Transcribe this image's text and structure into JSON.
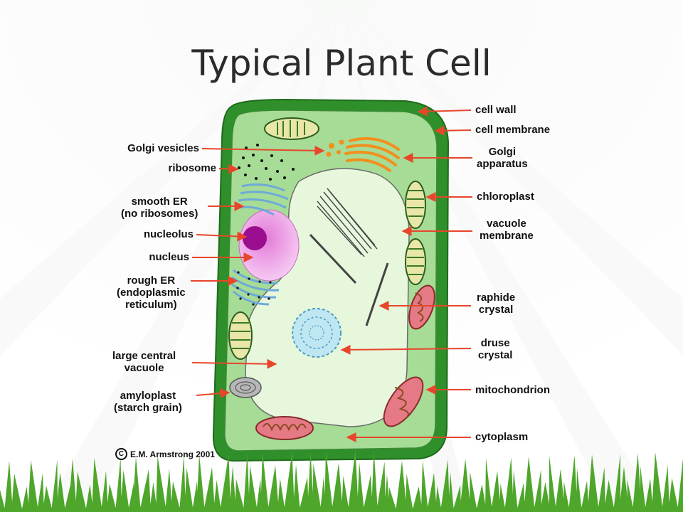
{
  "title": "Typical Plant Cell",
  "labels_left": {
    "golgi_vesicles": "Golgi vesicles",
    "ribosome": "ribosome",
    "smooth_er_1": "smooth ER",
    "smooth_er_2": "(no ribosomes)",
    "nucleolus": "nucleolus",
    "nucleus": "nucleus",
    "rough_er_1": "rough ER",
    "rough_er_2": "(endoplasmic",
    "rough_er_3": "reticulum)",
    "vacuole_1": "large central",
    "vacuole_2": "vacuole",
    "amyloplast_1": "amyloplast",
    "amyloplast_2": "(starch grain)"
  },
  "labels_right": {
    "cell_wall": "cell wall",
    "cell_membrane": "cell membrane",
    "golgi_1": "Golgi",
    "golgi_2": "apparatus",
    "chloroplast": "chloroplast",
    "vac_membrane_1": "vacuole",
    "vac_membrane_2": "membrane",
    "raphide_1": "raphide",
    "raphide_2": "crystal",
    "druse_1": "druse",
    "druse_2": "crystal",
    "mitochondrion": "mitochondrion",
    "cytoplasm": "cytoplasm"
  },
  "copyright": "E.M. Armstrong 2001",
  "colors": {
    "cell_wall": "#2f8f2a",
    "cytoplasm": "#a6dc96",
    "vacuole": "#e6f7dc",
    "nucleus": "#ef9ee9",
    "nucleolus": "#9a0d8e",
    "er": "#89bfe8",
    "golgi": "#f28f1e",
    "chloroplast_yellow": "#f1e43b",
    "mitochondrion": "#e57a86",
    "arrow": "#e8462b",
    "grass": "#4ea62b"
  }
}
